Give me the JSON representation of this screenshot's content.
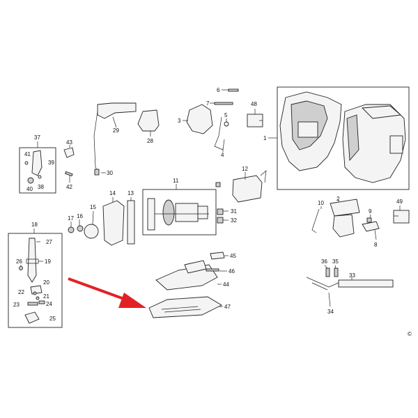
{
  "diagram": {
    "labels": [
      "1",
      "2",
      "3",
      "4",
      "5",
      "6",
      "7",
      "8",
      "9",
      "10",
      "11",
      "12",
      "13",
      "14",
      "15",
      "16",
      "17",
      "18",
      "19",
      "20",
      "21",
      "22",
      "23",
      "24",
      "25",
      "26",
      "27",
      "28",
      "29",
      "30",
      "31",
      "32",
      "33",
      "34",
      "35",
      "36",
      "37",
      "38",
      "39",
      "40",
      "41",
      "42",
      "43",
      "44",
      "45",
      "46",
      "47",
      "48",
      "49"
    ],
    "corner_mark": "©",
    "arrow_color": "#e32124"
  }
}
